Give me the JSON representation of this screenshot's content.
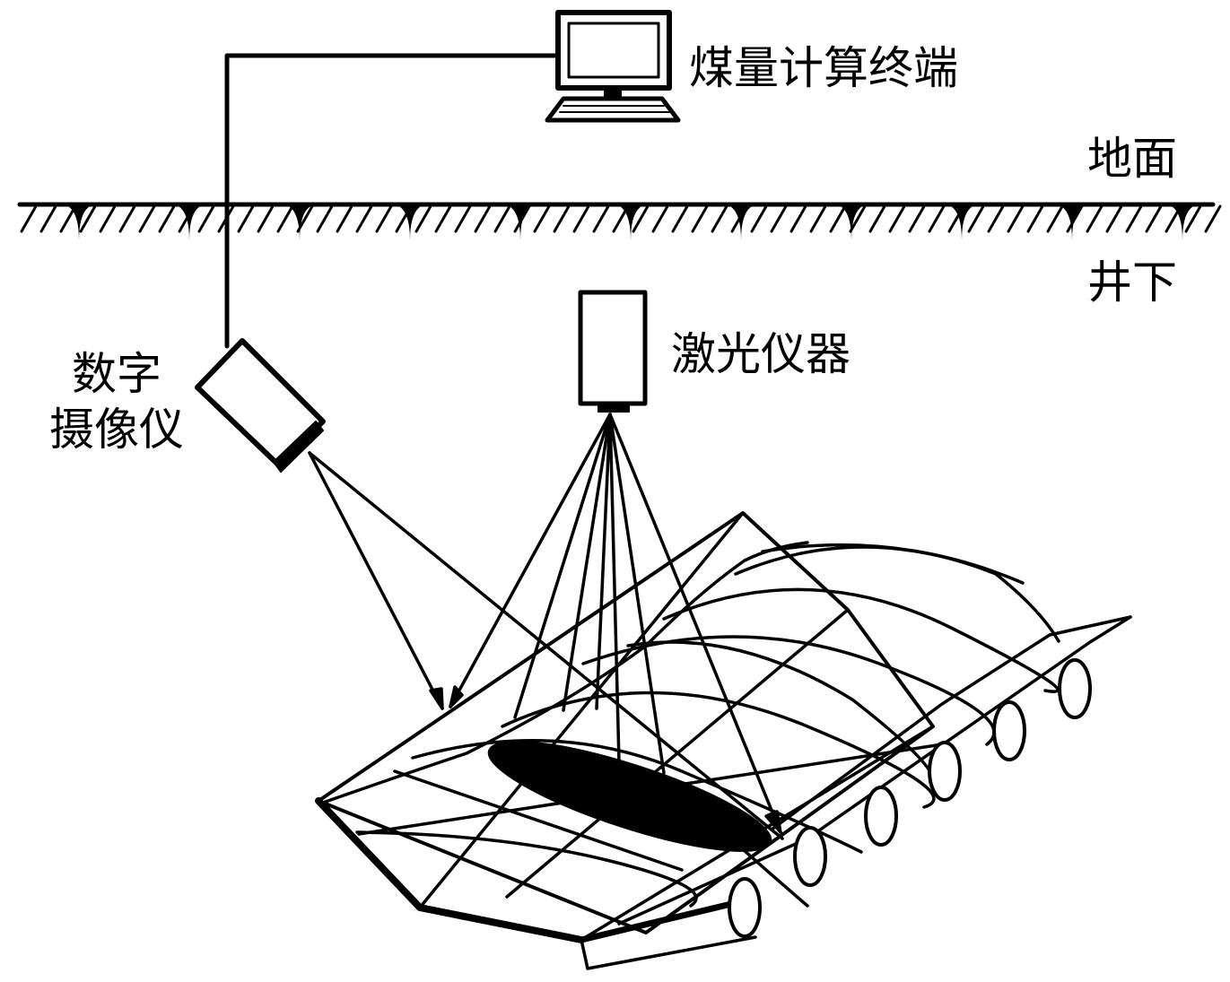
{
  "labels": {
    "terminal": "煤量计算终端",
    "ground": "地面",
    "underground": "井下",
    "laser": "激光仪器",
    "camera_line1": "数字",
    "camera_line2": "摄像仪"
  },
  "colors": {
    "stroke": "#000000",
    "background": "#ffffff"
  },
  "icons": [
    "computer-monitor-icon",
    "keyboard-icon",
    "digital-camera-icon",
    "laser-device-icon",
    "conveyor-roller-icon"
  ]
}
